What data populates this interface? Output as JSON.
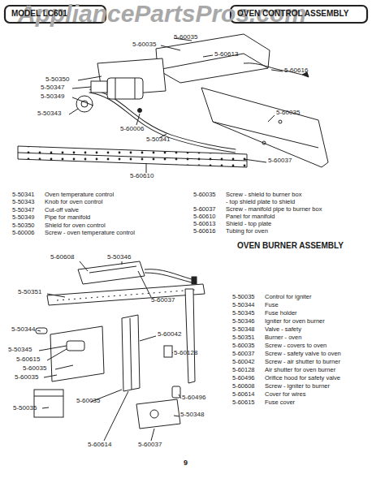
{
  "diagram": {
    "title": "OVEN CONTROL ASSEMBLY",
    "labels": [
      "MODEL LC601",
      "AppliancePartsPros.com",
      "5-60035",
      "5-60035",
      "5-60613",
      "5-60616",
      "5-50350",
      "5-50347",
      "5-50349",
      "5-50343",
      "5-60035",
      "5-60006",
      "5-50341",
      "5-60037",
      "5-60610",
      "5-50341",
      "Oven temperature control",
      "5-50343",
      "Knob for oven control",
      "5-50347",
      "Cut-off valve",
      "5-50349",
      "Pipe for manifold",
      "5-50350",
      "Shield for oven control",
      "5-60006",
      "Screw - oven temperature control",
      "5-60035",
      "Screw - shield to burner box",
      "- top shield plate to shield",
      "5-60037",
      "Screw - manifold pipe to burner box",
      "5-60610",
      "Panel for manifold",
      "5-60613",
      "Shield - top plate",
      "5-60616",
      "Tubing for oven",
      "OVEN BURNER ASSEMBLY",
      "5-60608",
      "5-50346",
      "5-50351",
      "5-60037",
      "5-50344",
      "5-60042",
      "5-60128",
      "5-50345",
      "5-60615",
      "5-60035",
      "5-60035",
      "5-50035",
      "5-60035",
      "5-60496",
      "5-50348",
      "5-60614",
      "5-60037",
      "5-50035",
      "Control for igniter",
      "5-50344",
      "Fuse",
      "5-50345",
      "Fuse holder",
      "5-50346",
      "Igniter for oven burner",
      "5-50348",
      "Valve - safety",
      "5-50351",
      "Burner - oven",
      "5-60035",
      "Screw - covers to oven",
      "5-60037",
      "Screw - safety valve to oven",
      "5-60042",
      "Screw - air shutter to burner",
      "5-60128",
      "Air shutter for oven burner",
      "5-60496",
      "Orifice hood for safety valve",
      "5-60608",
      "Screw - igniter to burner",
      "5-60614",
      "Cover for wires",
      "5-60615",
      "Fuse cover",
      "9"
    ]
  }
}
